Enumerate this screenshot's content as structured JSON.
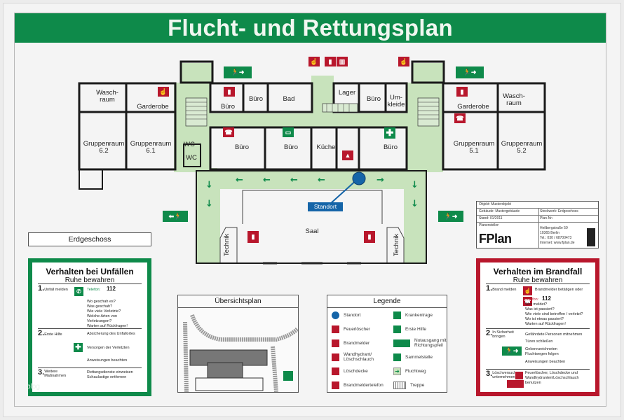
{
  "title": "Flucht- und Rettungsplan",
  "floor_label": "Erdgeschoss",
  "rooms": {
    "waschraum_left": "Wasch-\nraum",
    "garderobe_left": "Garderobe",
    "gruppenraum_62": "Gruppenraum\n6.2",
    "gruppenraum_61": "Gruppenraum\n6.1",
    "wc_1": "WC",
    "wc_2": "WC",
    "buero_1": "Büro",
    "buero_2": "Büro",
    "bad": "Bad",
    "buero_3": "Büro",
    "buero_4": "Büro",
    "lager": "Lager",
    "buero_5": "Büro",
    "umkleide": "Um-\nkleide",
    "kueche": "Küche",
    "buero_6": "Büro",
    "garderobe_right": "Garderobe",
    "waschraum_right": "Wasch-\nraum",
    "gruppenraum_51": "Gruppenraum\n5.1",
    "gruppenraum_52": "Gruppenraum\n5.2",
    "saal": "Saal",
    "technik_left": "Technik",
    "technik_right": "Technik"
  },
  "standort_label": "Standort",
  "info_block": {
    "objekt": "Objekt: Musterobjekt",
    "gebaeude": "Gebäude: Mustergebäude",
    "stockwerk": "Stockwerk: Erdgeschoss",
    "stand": "Stand: 01/2011",
    "plan_nr": "Plan-Nr.:",
    "planersteller": "Planersteller:",
    "address_1": "Heilbergstraße 59",
    "address_2": "10365 Berlin",
    "phone": "Tel.: 030 / 68700473",
    "internet": "Internet: www.fplan.de",
    "logo": "FPlan"
  },
  "accident_panel": {
    "title": "Verhalten bei Unfällen",
    "subtitle": "Ruhe bewahren",
    "accent": "#0e8a4a",
    "sections": [
      {
        "num": "1.",
        "label": "Unfall melden",
        "phone_label": "Telefon:",
        "phone": "112",
        "lines": [
          "Wo geschah es?",
          "Was geschah?",
          "Wie viele Verletzte?",
          "Welche Arten von Verletzungen?",
          "Warten auf Rückfragen!"
        ]
      },
      {
        "num": "2.",
        "label": "Erste Hilfe",
        "lines": [
          "Absicherung des Unfallortes",
          "Versorgen der Verletzten",
          "Anweisungen beachten"
        ]
      },
      {
        "num": "3.",
        "label": "Weitere Maßnahmen",
        "lines": [
          "Rettungsdienste einweisen",
          "Schaulustige entfernen"
        ]
      }
    ]
  },
  "fire_panel": {
    "title": "Verhalten im Brandfall",
    "subtitle": "Ruhe bewahren",
    "accent": "#b8172c",
    "sections": [
      {
        "num": "1.",
        "label": "Brand melden",
        "phone_label": "Telefon:",
        "phone": "112",
        "lines": [
          "Brandmelder betätigen oder",
          "Wer meldet?",
          "Was ist passiert?",
          "Wie viele sind betroffen / verletzt?",
          "Wo ist etwas passiert?",
          "Warten auf Rückfragen!"
        ]
      },
      {
        "num": "2.",
        "label": "In Sicherheit bringen",
        "lines": [
          "Gefährdete Personen mitnehmen",
          "Türen schließen",
          "Gekennzeichneten Fluchtwegen folgen",
          "Anweisungen beachten"
        ]
      },
      {
        "num": "3.",
        "label": "Löschversuch unternehmen",
        "lines": [
          "Feuerlöscher, Löschdecke und Wandhydranten/Löschschlauch benutzen"
        ]
      }
    ]
  },
  "overview": {
    "title": "Übersichtsplan"
  },
  "legend": {
    "title": "Legende",
    "left": [
      {
        "icon": "standort-icon",
        "label": "Standort"
      },
      {
        "icon": "fire-extinguisher-icon",
        "label": "Feuerlöscher"
      },
      {
        "icon": "fire-alarm-icon",
        "label": "Brandmelder"
      },
      {
        "icon": "wall-hydrant-icon",
        "label": "Wandhydrant/\nLöschschlauch"
      },
      {
        "icon": "fire-blanket-icon",
        "label": "Löschdecke"
      },
      {
        "icon": "fire-phone-icon",
        "label": "Brandmeldertelefon"
      }
    ],
    "right": [
      {
        "icon": "stretcher-icon",
        "label": "Krankentrage"
      },
      {
        "icon": "first-aid-icon",
        "label": "Erste Hilfe"
      },
      {
        "icon": "emergency-exit-icon",
        "label": "Notausgang mit\nRichtungspfeil"
      },
      {
        "icon": "assembly-point-icon",
        "label": "Sammelstelle"
      },
      {
        "icon": "escape-route-icon",
        "label": "Fluchtweg"
      },
      {
        "icon": "stairs-icon",
        "label": "Treppe"
      }
    ]
  },
  "watermark": "blog",
  "colors": {
    "green": "#0e8a4a",
    "red": "#b8172c",
    "corridor": "#c8e3bc",
    "standort": "#1565a8"
  }
}
